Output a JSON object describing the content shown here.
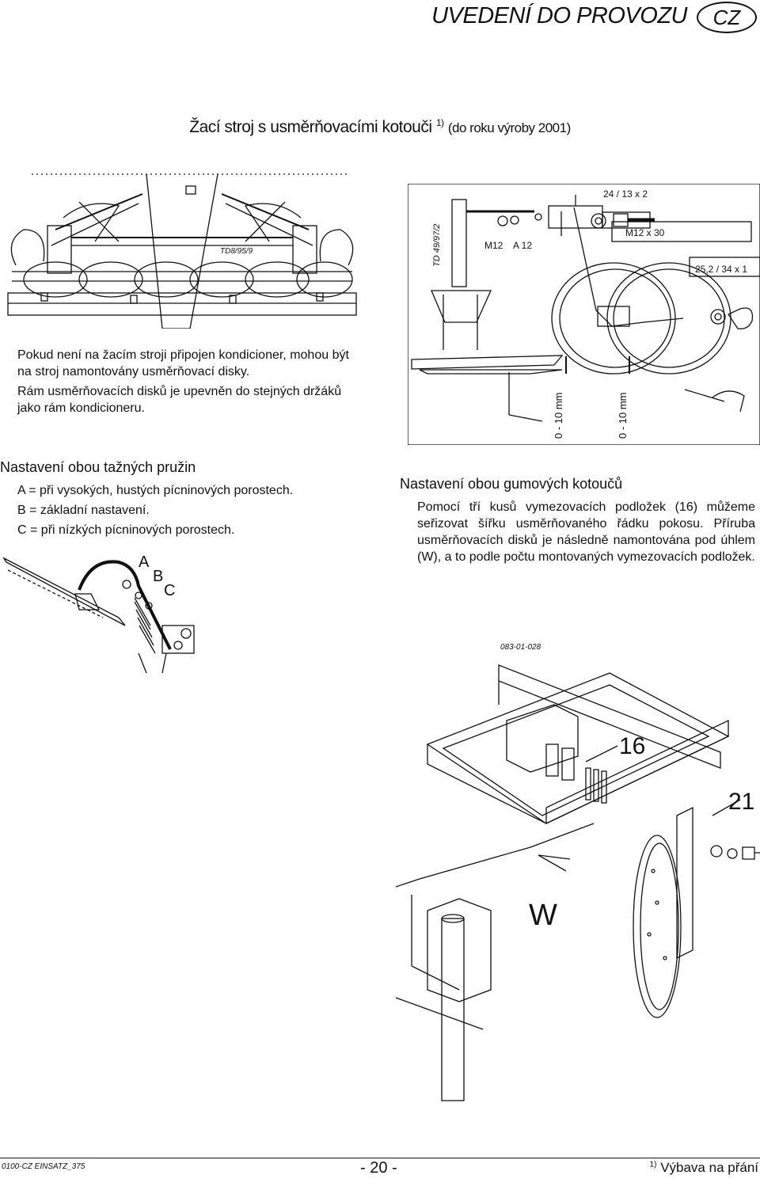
{
  "header": {
    "title": "UVEDENÍ DO PROVOZU",
    "language": "CZ"
  },
  "section": {
    "title": "Žací stroj s usměrňovacími kotouči",
    "footnote_mark": "1)",
    "subtitle": "(do roku výroby 2001)"
  },
  "figure_top_left": {
    "code": "TD8/95/9"
  },
  "figure_top_right": {
    "code": "TD 49/97/2",
    "labels": [
      "24 / 13 x 2",
      "M12",
      "A 12",
      "M12 x 30",
      "25,2 / 34 x 1"
    ],
    "gap_labels": [
      "0 - 10 mm",
      "0 - 10 mm"
    ]
  },
  "intro": {
    "p1": "Pokud není na žacím stroji připojen kondicioner, mohou být na stroj namontovány usměrňovací disky.",
    "p2": "Rám usměrňovacích disků je upevněn do stejných držáků jako rám kondicioneru."
  },
  "springs": {
    "heading": "Nastavení obou tažných pružin",
    "items": [
      "A = při vysokých, hustých pícninových porostech.",
      "B = základní nastavení.",
      "C = při nízkých pícninových porostech."
    ],
    "figure_labels": [
      "A",
      "B",
      "C"
    ]
  },
  "discs": {
    "heading": "Nastavení obou gumových kotoučů",
    "text": "Pomocí tří kusů vymezovacích podložek (16) můžeme seřizovat šířku usměrňovaného řádku pokosu. Příruba usměrňovacích disků je následně namontována pod úhlem (W), a to podle počtu montovaných vymezovacích podložek."
  },
  "figure_bottom": {
    "code": "083-01-028",
    "labels": [
      "16",
      "21",
      "W"
    ]
  },
  "footer": {
    "doc_code": "0100-CZ EINSATZ_375",
    "page": "- 20 -",
    "footnote_mark": "1)",
    "footnote": "Výbava na přání"
  }
}
